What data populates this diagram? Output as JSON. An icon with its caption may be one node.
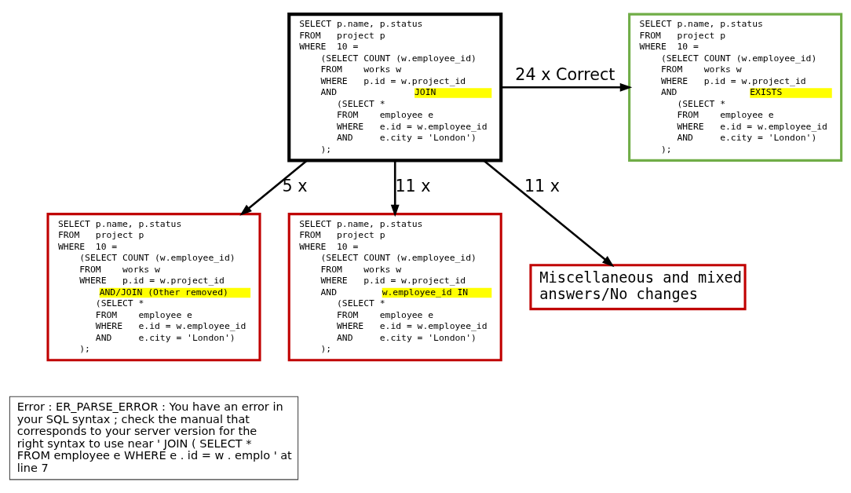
{
  "diagram": {
    "nodes": [
      {
        "text": [
          "SELECT p.name, p.status",
          "FROM   project p",
          "WHERE  10 =",
          "    (SELECT COUNT (w.employee_id)",
          "    FROM    works w",
          "    WHERE   p.id = w.project_id",
          "    AND    JOIN",
          "       (SELECT *",
          "       FROM    employee e",
          "       WHERE   e.id = w.employee_id",
          "       AND     e.city = 'London')",
          "    );"
        ]
      },
      {
        "text": [
          "SELECT p.name, p.status",
          "FROM   project p",
          "WHERE  10 =",
          "    (SELECT COUNT (w.employee_id)",
          "    FROM    works w",
          "    WHERE   p.id = w.project_id",
          "    AND    EXISTS",
          "       (SELECT *",
          "       FROM    employee e",
          "       WHERE   e.id = w.employee_id",
          "       AND     e.city = 'London')",
          "    );"
        ]
      },
      {
        "text": [
          "SELECT p.name, p.status",
          "FROM   project p",
          "WHERE  10 =",
          "    (SELECT COUNT (w.employee_id)",
          "    FROM    works w",
          "    WHERE   p.id = w.project_id",
          "    AND/JOIN (Other removed)",
          "       (SELECT *",
          "       FROM    employee e",
          "       WHERE   e.id = w.employee_id",
          "       AND     e.city = 'London')",
          "    );"
        ]
      },
      {
        "text": [
          "SELECT p.name, p.status",
          "FROM   project p",
          "WHERE  10 =",
          "    (SELECT COUNT (w.employee_id)",
          "    FROM    works w",
          "    WHERE   p.id = w.project_id",
          "    AND    w.employee_id IN",
          "       (SELECT *",
          "       FROM    employee e",
          "       WHERE   e.id = w.employee_id",
          "       AND     e.city = 'London')",
          "    );"
        ]
      },
      {
        "text": [
          "Miscellaneous and mixed answers/No changes"
        ]
      },
      {
        "text": [
          "Error : ER_PARSE_ERROR : You have an error in your SQL syntax ; check the manual that corresponds to your server version for the right syntax to use near ' JOIN ( SELECT * FROM employee e WHERE e . id = w . emplo ' at line 7"
        ]
      }
    ],
    "edges": [
      {
        "from": 0,
        "to": 1,
        "arrow": "to",
        "label": "24 x Correct"
      },
      {
        "from": 0,
        "to": 2,
        "arrow": "to",
        "label": "5 x"
      },
      {
        "from": 0,
        "to": 3,
        "arrow": "to",
        "label": "11 x"
      },
      {
        "from": 0,
        "to": 4,
        "arrow": "to",
        "label": "11 x"
      }
    ]
  }
}
